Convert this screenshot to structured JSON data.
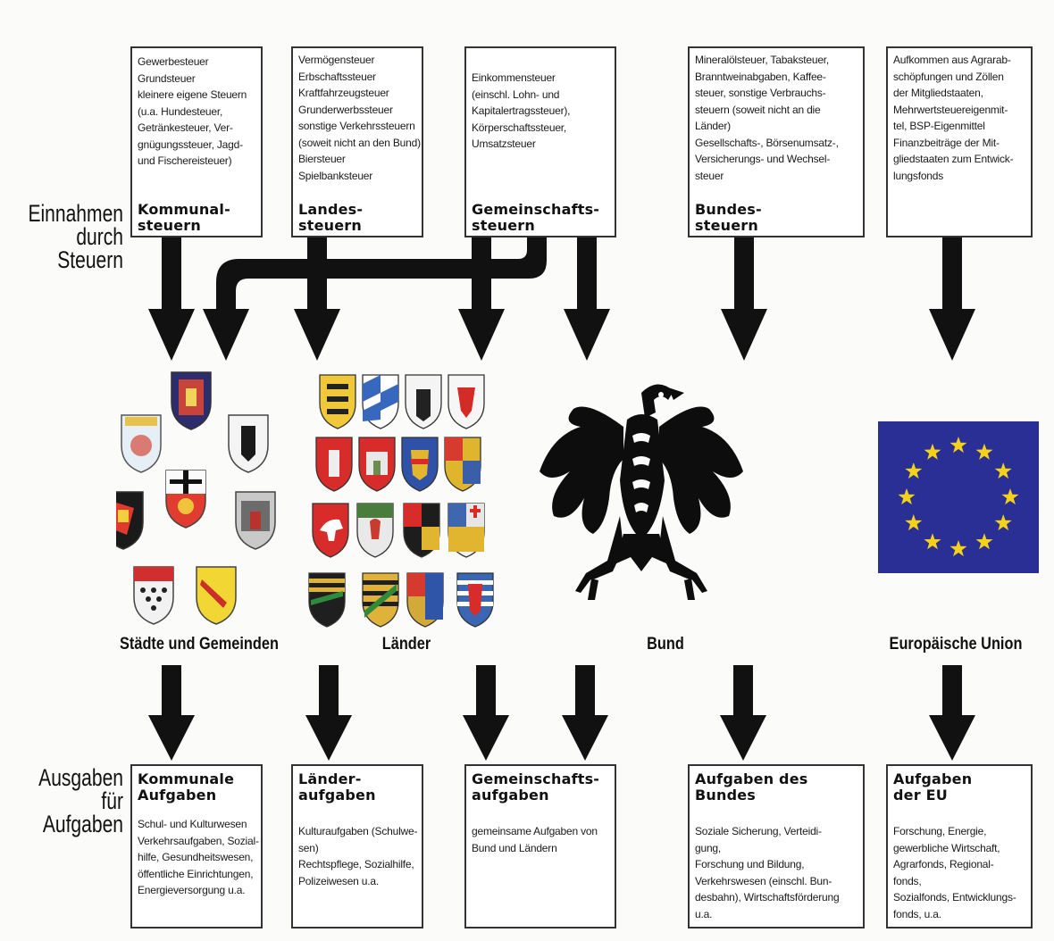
{
  "side_labels": {
    "income": [
      "Einnahmen",
      "durch",
      "Steuern"
    ],
    "spending": [
      "Ausgaben",
      "für",
      "Aufgaben"
    ]
  },
  "tax_boxes": [
    {
      "items": [
        "",
        "Gewerbesteuer",
        "Grundsteuer",
        "kleinere eigene Steuern",
        "(u.a. Hundesteuer,",
        "Getränkesteuer, Ver-",
        "gnügungssteuer, Jagd-",
        "und Fischereisteuer)"
      ],
      "heading": [
        "Kommunal-",
        "steuern"
      ]
    },
    {
      "items": [
        "Vermögensteuer",
        "Erbschaftssteuer",
        "Kraftfahrzeugsteuer",
        "Grunderwerbssteuer",
        "sonstige Verkehrssteuern",
        "(soweit nicht an den Bund)",
        "Biersteuer",
        "Spielbanksteuer"
      ],
      "heading": [
        "Landes-",
        "steuern"
      ]
    },
    {
      "items": [
        "",
        "",
        "Einkommensteuer",
        "(einschl. Lohn- und",
        "Kapitalertragssteuer),",
        "Körperschaftssteuer,",
        "Umsatzsteuer"
      ],
      "heading": [
        "Gemeinschafts-",
        "steuern"
      ]
    },
    {
      "items": [
        "Mineralölsteuer, Tabaksteuer,",
        "Branntweinabgaben, Kaffee-",
        "steuer, sonstige Verbrauchs-",
        "steuern (soweit nicht an die",
        "Länder)",
        "Gesellschafts-, Börsenumsatz-,",
        "Versicherungs- und Wechsel-",
        "steuer"
      ],
      "heading": [
        "Bundes-",
        "steuern"
      ]
    },
    {
      "items": [
        "Aufkommen aus Agrarab-",
        "schöpfungen und Zöllen",
        "der Mitgliedstaaten,",
        "Mehrwertsteuereigenmit-",
        "tel, BSP-Eigenmittel",
        "Finanzbeiträge der Mit-",
        "gliedstaaten zum Entwick-",
        "lungsfonds"
      ],
      "heading": []
    }
  ],
  "levels": {
    "municipal": "Städte und Gemeinden",
    "states": "Länder",
    "federal": "Bund",
    "eu": "Europäische Union"
  },
  "task_boxes": [
    {
      "heading": [
        "Kommunale",
        "Aufgaben"
      ],
      "items": [
        "Schul- und Kulturwesen",
        "Verkehrsaufgaben, Sozial-",
        "hilfe, Gesundheitswesen,",
        "öffentliche Einrichtungen,",
        "Energieversorgung u.a."
      ]
    },
    {
      "heading": [
        "Länder-",
        "aufgaben"
      ],
      "items": [
        "Kulturaufgaben (Schulwe-",
        "sen)",
        "Rechtspflege, Sozialhilfe,",
        "Polizeiwesen u.a."
      ]
    },
    {
      "heading": [
        "Gemeinschafts-",
        "aufgaben"
      ],
      "items": [
        "gemeinsame Aufgaben von",
        "Bund und Ländern"
      ]
    },
    {
      "heading": [
        "Aufgaben des",
        "Bundes"
      ],
      "items": [
        "Soziale Sicherung, Verteidi-",
        "gung,",
        "Forschung und Bildung,",
        "Verkehrswesen (einschl. Bun-",
        "desbahn), Wirtschaftsförderung",
        "u.a."
      ]
    },
    {
      "heading": [
        "Aufgaben",
        "der EU"
      ],
      "items": [
        "Forschung, Energie,",
        "gewerbliche Wirtschaft,",
        "Agrarfonds, Regional-",
        "fonds,",
        "Sozialfonds, Entwicklungs-",
        "fonds, u.a."
      ]
    }
  ],
  "colors": {
    "arrow": "#111111",
    "eu_blue": "#2a2f96",
    "eu_star": "#f5d21a",
    "eagle": "#0d0d0d"
  },
  "icons": {
    "municipal_crests": "coat-of-arms-icon",
    "state_crests": "coat-of-arms-icon",
    "federal": "federal-eagle-icon",
    "eu": "eu-flag-icon"
  }
}
